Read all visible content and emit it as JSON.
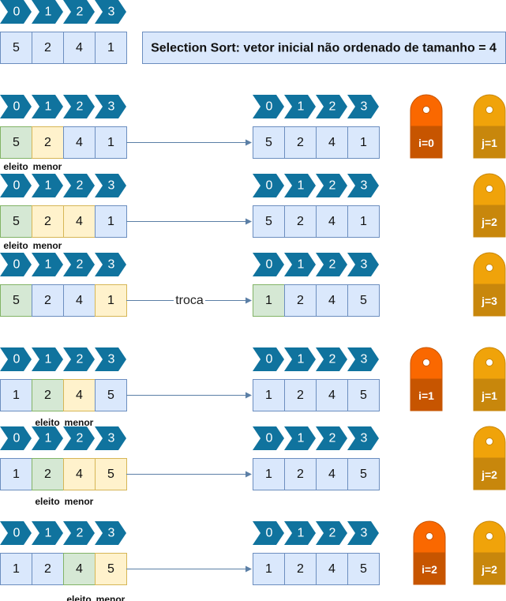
{
  "title": "Selection Sort: vetor inicial não ordenado de tamanho = 4",
  "colors": {
    "chevron": "#10739e",
    "cell_default": "#dae8fc",
    "cell_default_border": "#6c8ebf",
    "cell_green": "#d5e8d4",
    "cell_green_border": "#82b366",
    "cell_yellow": "#fff2cc",
    "cell_yellow_border": "#d6b656",
    "arrow": "#5b7fa6",
    "tag_i_top": "#fa6800",
    "tag_i_bottom": "#c75500",
    "tag_j_top": "#f0a30a",
    "tag_j_bottom": "#c8870c"
  },
  "index_labels": [
    "0",
    "1",
    "2",
    "3"
  ],
  "initial_array": [
    "5",
    "2",
    "4",
    "1"
  ],
  "steps": [
    {
      "before": [
        "5",
        "2",
        "4",
        "1"
      ],
      "before_colors": [
        "green",
        "yellow",
        "default",
        "default"
      ],
      "labels": [
        "eleito",
        "menor",
        "",
        ""
      ],
      "edge_label": "",
      "after": [
        "5",
        "2",
        "4",
        "1"
      ],
      "after_colors": [
        "default",
        "default",
        "default",
        "default"
      ],
      "i_tag": "i=0",
      "j_tag": "j=1"
    },
    {
      "before": [
        "5",
        "2",
        "4",
        "1"
      ],
      "before_colors": [
        "green",
        "yellow",
        "yellow",
        "default"
      ],
      "labels": [
        "eleito",
        "menor",
        "",
        ""
      ],
      "edge_label": "",
      "after": [
        "5",
        "2",
        "4",
        "1"
      ],
      "after_colors": [
        "default",
        "default",
        "default",
        "default"
      ],
      "i_tag": "",
      "j_tag": "j=2"
    },
    {
      "before": [
        "5",
        "2",
        "4",
        "1"
      ],
      "before_colors": [
        "green",
        "default",
        "default",
        "yellow"
      ],
      "labels": [
        "",
        "",
        "",
        ""
      ],
      "edge_label": "troca",
      "after": [
        "1",
        "2",
        "4",
        "5"
      ],
      "after_colors": [
        "green",
        "default",
        "default",
        "default"
      ],
      "i_tag": "",
      "j_tag": "j=3"
    },
    {
      "before": [
        "1",
        "2",
        "4",
        "5"
      ],
      "before_colors": [
        "default",
        "green",
        "yellow",
        "default"
      ],
      "labels": [
        "",
        "eleito",
        "menor",
        ""
      ],
      "edge_label": "",
      "after": [
        "1",
        "2",
        "4",
        "5"
      ],
      "after_colors": [
        "default",
        "default",
        "default",
        "default"
      ],
      "i_tag": "i=1",
      "j_tag": "j=1"
    },
    {
      "before": [
        "1",
        "2",
        "4",
        "5"
      ],
      "before_colors": [
        "default",
        "green",
        "yellow",
        "yellow"
      ],
      "labels": [
        "",
        "eleito",
        "menor",
        ""
      ],
      "edge_label": "",
      "after": [
        "1",
        "2",
        "4",
        "5"
      ],
      "after_colors": [
        "default",
        "default",
        "default",
        "default"
      ],
      "i_tag": "",
      "j_tag": "j=2"
    },
    {
      "before": [
        "1",
        "2",
        "4",
        "5"
      ],
      "before_colors": [
        "default",
        "default",
        "green",
        "yellow"
      ],
      "labels": [
        "",
        "",
        "eleito",
        "menor"
      ],
      "edge_label": "",
      "after": [
        "1",
        "2",
        "4",
        "5"
      ],
      "after_colors": [
        "default",
        "default",
        "default",
        "default"
      ],
      "i_tag": "i=2",
      "j_tag": "j=2"
    }
  ]
}
